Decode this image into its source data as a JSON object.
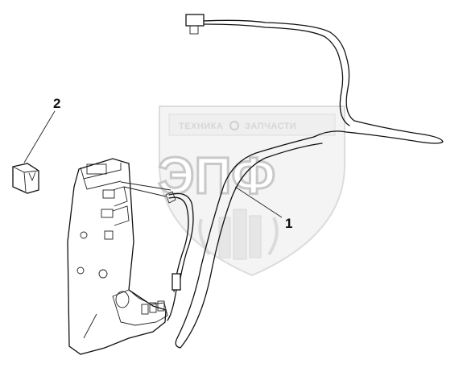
{
  "watermark": {
    "top_left": "ТЕХНИКА",
    "top_right": "ЗАПЧАСТИ",
    "big": "ЭПФ"
  },
  "callouts": [
    {
      "id": "1",
      "label": "1"
    },
    {
      "id": "2",
      "label": "2"
    }
  ],
  "parts": {
    "wire_harness": "harness",
    "fuse": "fuse",
    "switch_block": "switch-block"
  }
}
